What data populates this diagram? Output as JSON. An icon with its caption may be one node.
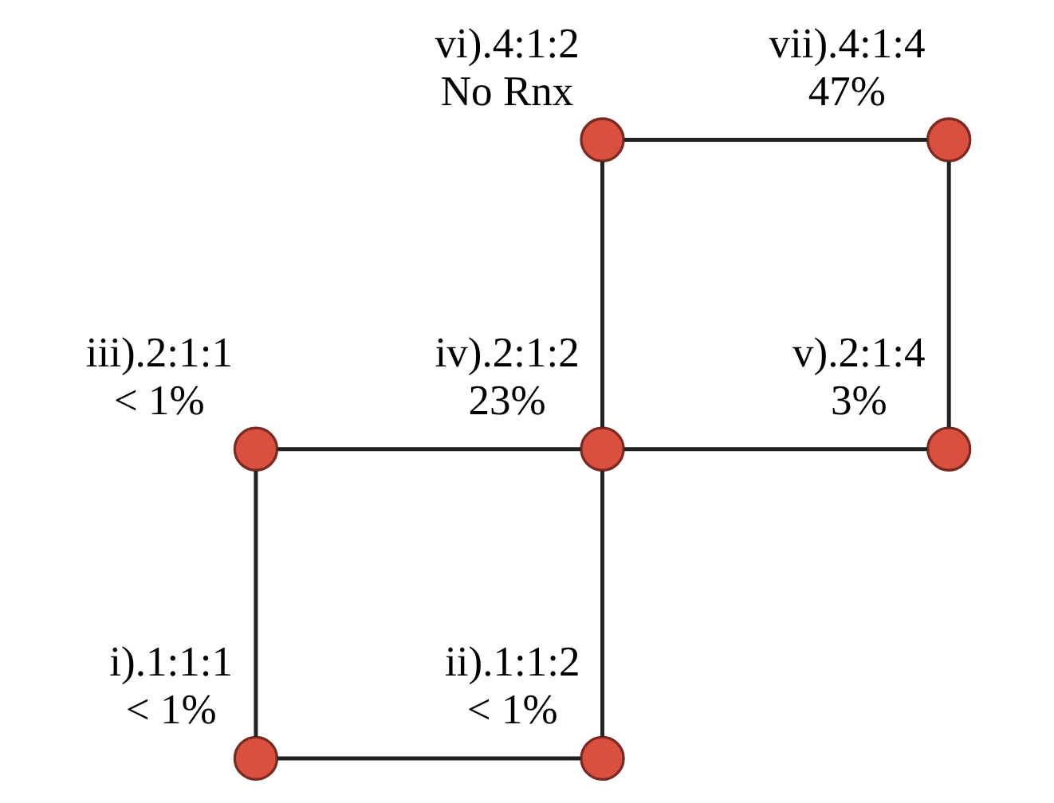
{
  "diagram": {
    "nodes": [
      {
        "text": [],
        "shape": "circle",
        "beside": [
          "vi).4:1:2",
          "No Rnx"
        ]
      },
      {
        "text": [],
        "shape": "circle",
        "beside": [
          "vii).4:1:4",
          "47%"
        ]
      },
      {
        "text": [],
        "shape": "circle",
        "beside": [
          "iii).2:1:1",
          "< 1%"
        ]
      },
      {
        "text": [],
        "shape": "circle",
        "beside": [
          "iv).2:1:2",
          "23%"
        ]
      },
      {
        "text": [],
        "shape": "circle",
        "beside": [
          "v).2:1:4",
          "3%"
        ]
      },
      {
        "text": [],
        "shape": "circle",
        "beside": [
          "i).1:1:1",
          "< 1%"
        ]
      },
      {
        "text": [],
        "shape": "circle",
        "beside": [
          "ii).1:1:2",
          "< 1%"
        ]
      }
    ],
    "edges": [
      {
        "from": 0,
        "to": 1,
        "arrow": "none"
      },
      {
        "from": 0,
        "to": 3,
        "arrow": "none"
      },
      {
        "from": 1,
        "to": 4,
        "arrow": "none"
      },
      {
        "from": 2,
        "to": 3,
        "arrow": "none"
      },
      {
        "from": 3,
        "to": 4,
        "arrow": "none"
      },
      {
        "from": 2,
        "to": 5,
        "arrow": "none"
      },
      {
        "from": 3,
        "to": 6,
        "arrow": "none"
      },
      {
        "from": 5,
        "to": 6,
        "arrow": "none"
      }
    ]
  }
}
